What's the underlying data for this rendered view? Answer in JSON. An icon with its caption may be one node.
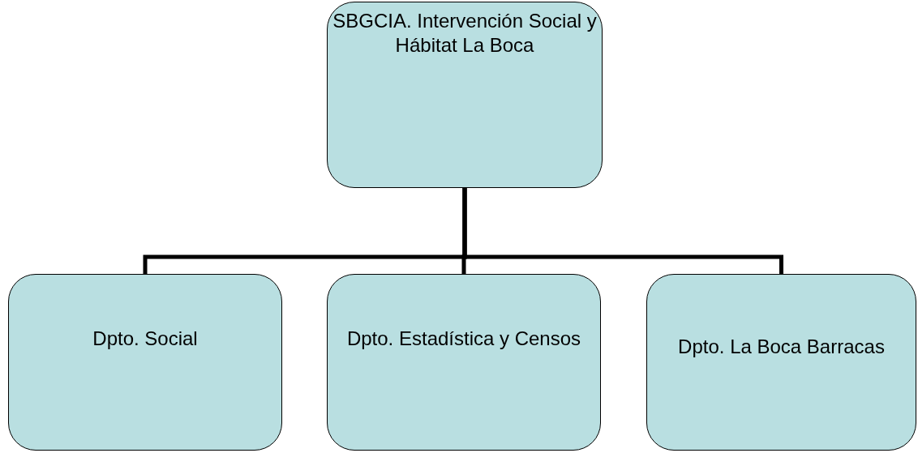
{
  "diagram": {
    "nodes": [
      {
        "text": [
          "SBGCIA. Intervención Social y Hábitat La Boca"
        ]
      },
      {
        "text": [
          "Dpto. Social"
        ]
      },
      {
        "text": [
          "Dpto. Estadística y Censos"
        ]
      },
      {
        "text": [
          "Dpto. La Boca Barracas"
        ]
      }
    ],
    "edges": [
      {
        "from": 0,
        "to": 1,
        "arrow": "none"
      },
      {
        "from": 0,
        "to": 2,
        "arrow": "none"
      },
      {
        "from": 0,
        "to": 3,
        "arrow": "none"
      }
    ]
  }
}
